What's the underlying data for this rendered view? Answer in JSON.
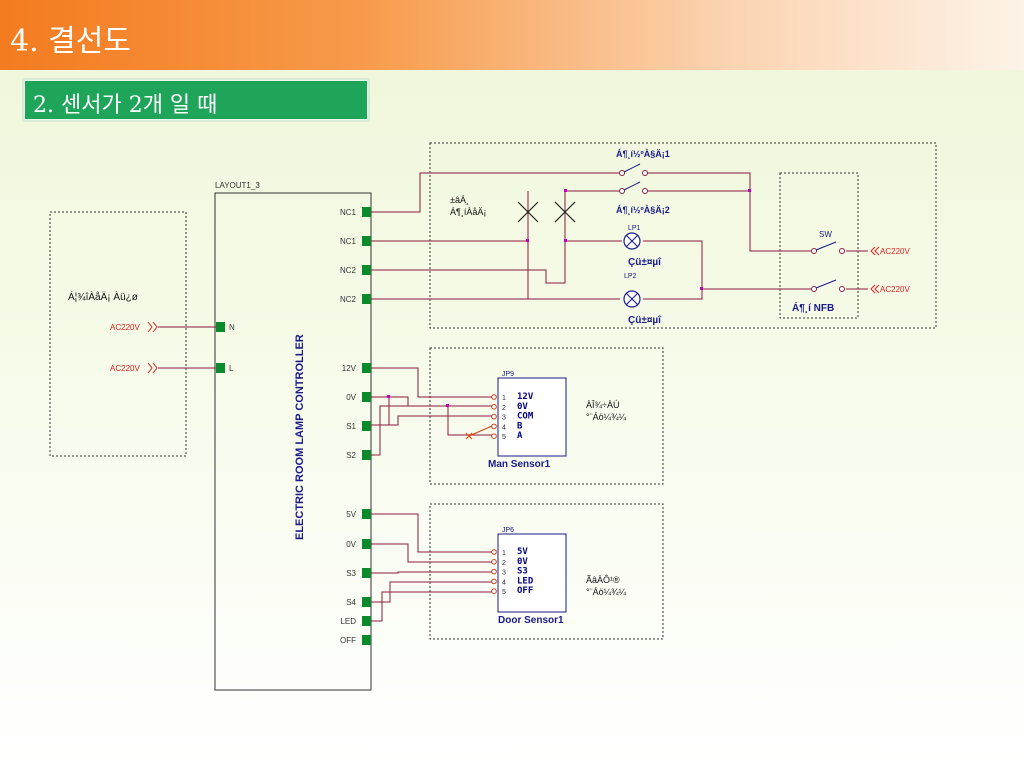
{
  "slide": {
    "title": "4. 결선도",
    "subtitle": "2. 센서가 2개 일 때"
  },
  "colors": {
    "wire": "#8b1a3c",
    "pad": "#0a8a2a",
    "box": "#333333",
    "source_label": "#e02020",
    "ic_text": "#000080",
    "title_bg": "#1fa55a"
  },
  "controller": {
    "layout_label": "LAYOUT1_3",
    "vertical_title": "ELECTRIC ROOM LAMP CONTROLLER",
    "left_pins": [
      "N",
      "L"
    ],
    "right_pins": [
      "NC1",
      "NC1",
      "NC2",
      "NC2",
      "12V",
      "0V",
      "S1",
      "S2",
      "5V",
      "0V",
      "S3",
      "S4",
      "LED",
      "OFF"
    ]
  },
  "left_block": {
    "label": "Á¦¾îÀåÄ¡ Àü¿ø",
    "sources": [
      "AC220V",
      "AC220V"
    ]
  },
  "lamp_block": {
    "switch1_label": "Á¶¸í½ºÀ§Ä¡1",
    "switch2_label": "Á¶¸í½ºÀ§Ä¡2",
    "relay_label_line1": "±âÁ¸",
    "relay_label_line2": "Á¶¸íÀåÄ¡",
    "lp1": "LP1",
    "lp2": "LP2",
    "lamp1_label": "Çü±¤µî",
    "lamp2_label": "Çü±¤µî",
    "sw_label": "SW",
    "ac_out": [
      "AC220V",
      "AC220V"
    ],
    "nfb_label": "Á¶¸í NFB"
  },
  "man_sensor": {
    "connector": "JP9",
    "pin_numbers": [
      "1",
      "2",
      "3",
      "4",
      "5"
    ],
    "pin_names": [
      "12V",
      "0V",
      "COM",
      "B",
      "A"
    ],
    "name": "Man Sensor1",
    "side_label_line1": "ÀÎ¾÷ÀÚ",
    "side_label_line2": "°¨Áö¼¾¼­"
  },
  "door_sensor": {
    "connector": "JP6",
    "pin_numbers": [
      "1",
      "2",
      "3",
      "4",
      "5"
    ],
    "pin_names": [
      "5V",
      "0V",
      "S3",
      "LED",
      "OFF"
    ],
    "name": "Door Sensor1",
    "side_label_line1": "ÃâÀÔ¹®",
    "side_label_line2": "°¨Áö¼¾¼­"
  }
}
